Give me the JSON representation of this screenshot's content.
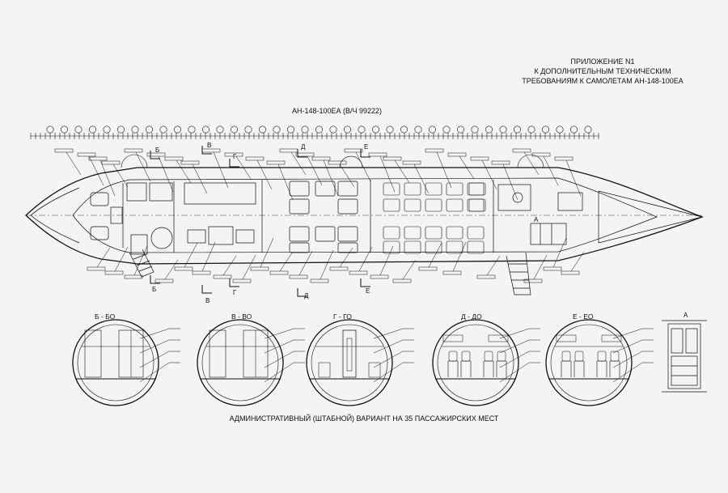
{
  "title_block": {
    "line1": "ПРИЛОЖЕНИЕ N1",
    "line2": "К ДОПОЛНИТЕЛЬНЫМ ТЕХНИЧЕСКИМ",
    "line3": "ТРЕБОВАНИЯМ К САМОЛЕТАМ АН-148-100ЕА"
  },
  "model_label": "АН-148-100ЕА (В/Ч 99222)",
  "caption": "АДМИНИСТРАТИВНЫЙ (ШТАБНОЙ) ВАРИАНТ НА 35 ПАССАЖИРСКИХ МЕСТ",
  "section_marks": {
    "b": "Б",
    "v": "В",
    "g": "Г",
    "d": "Д",
    "e": "Е",
    "a": "А"
  },
  "sections": [
    {
      "label": "Б - БО"
    },
    {
      "label": "В - ВО"
    },
    {
      "label": "Г - ГО"
    },
    {
      "label": "Д - ДО"
    },
    {
      "label": "Е - ЕО"
    }
  ],
  "view_a_label": "А",
  "frame_count": 40,
  "colors": {
    "ink": "#111111",
    "paper": "#f4f4f2"
  }
}
